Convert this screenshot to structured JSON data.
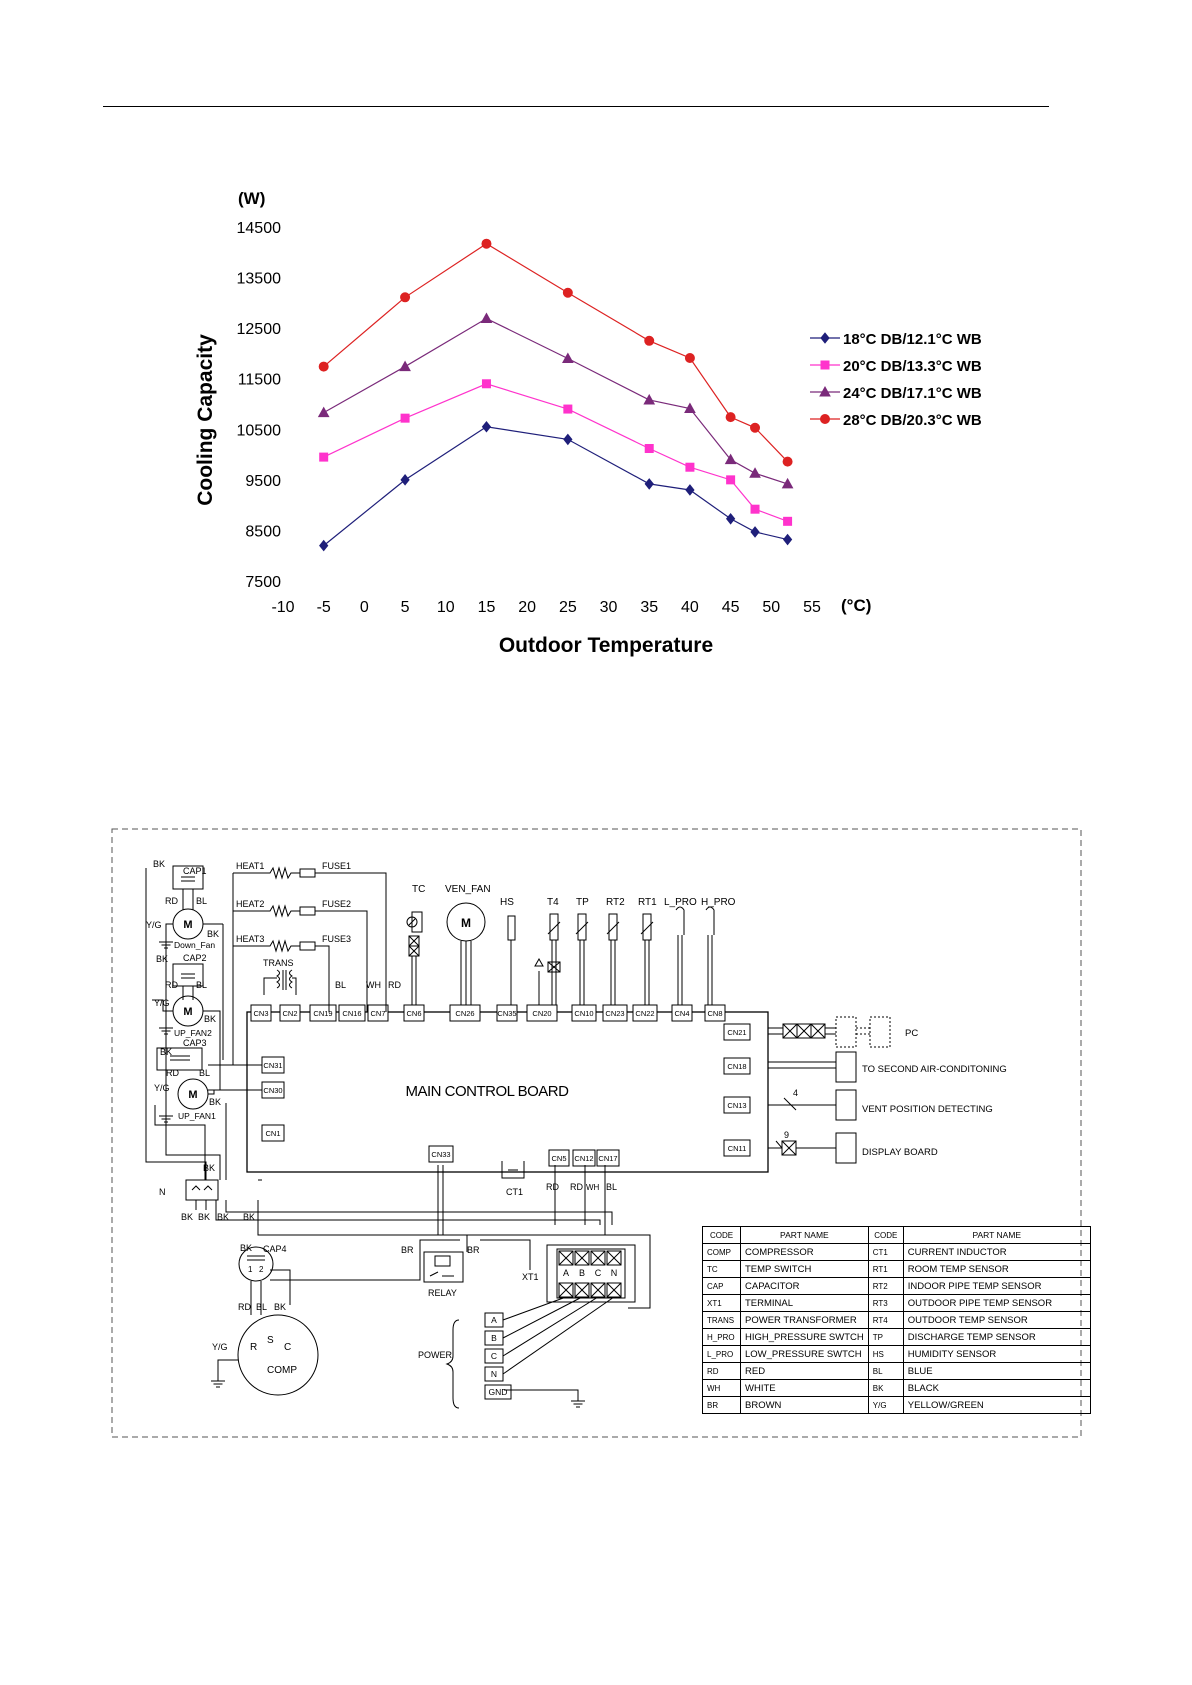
{
  "chart_data": {
    "type": "line",
    "y_unit": "(W)",
    "x_unit": "(°C)",
    "ylabel": "Cooling Capacity",
    "xlabel": "Outdoor Temperature",
    "xlim": [
      -10,
      55
    ],
    "ylim": [
      7500,
      14500
    ],
    "xticks": [
      -10,
      -5,
      0,
      5,
      10,
      15,
      20,
      25,
      30,
      35,
      40,
      45,
      50,
      55
    ],
    "yticks": [
      7500,
      8500,
      9500,
      10500,
      11500,
      12500,
      13500,
      14500
    ],
    "x": [
      -5,
      5,
      15,
      25,
      35,
      40,
      45,
      48,
      52
    ],
    "legend_position": "right",
    "series": [
      {
        "name": "18°C DB/12.1°C WB",
        "color": "#1f1f7a",
        "marker": "diamond",
        "values": [
          8200,
          9500,
          10550,
          10300,
          9420,
          9300,
          8730,
          8470,
          8320
        ]
      },
      {
        "name": "20°C DB/13.3°C WB",
        "color": "#ff33cc",
        "marker": "square",
        "values": [
          9950,
          10720,
          11400,
          10900,
          10120,
          9750,
          9500,
          8920,
          8680
        ]
      },
      {
        "name": "24°C DB/17.1°C WB",
        "color": "#7a2a7a",
        "marker": "triangle",
        "values": [
          10830,
          11740,
          12690,
          11900,
          11080,
          10910,
          9900,
          9630,
          9420
        ]
      },
      {
        "name": "28°C DB/20.3°C WB",
        "color": "#dd2222",
        "marker": "circle",
        "values": [
          11740,
          13110,
          14170,
          13200,
          12250,
          11910,
          10740,
          10530,
          9860
        ]
      }
    ]
  },
  "diagram": {
    "board": "MAIN CONTROL BOARD",
    "heaters": [
      "HEAT1",
      "HEAT2",
      "HEAT3"
    ],
    "fuses": [
      "FUSE1",
      "FUSE2",
      "FUSE3"
    ],
    "trans": "TRANS",
    "top_components": [
      "TC",
      "VEN_FAN",
      "HS",
      "T4",
      "TP",
      "RT2",
      "RT1",
      "L_PRO",
      "H_PRO"
    ],
    "top_connectors": [
      "CN3",
      "CN2",
      "CN19",
      "CN16",
      "CN7",
      "CN6",
      "CN26",
      "CN35",
      "CN20",
      "CN10",
      "CN23",
      "CN22",
      "CN4",
      "CN8"
    ],
    "left_connectors": [
      "CN31",
      "CN30",
      "CN1"
    ],
    "bottom_connectors": [
      "CN33",
      "CN5",
      "CN12",
      "CN17"
    ],
    "right_connectors": [
      "CN21",
      "CN18",
      "CN13",
      "CN11"
    ],
    "right_labels": [
      "PC",
      "TO SECOND AIR-CONDITONING",
      "VENT POSITION DETECTING",
      "DISPLAY BOARD"
    ],
    "fans": [
      "Down_Fan",
      "UP_FAN2",
      "UP_FAN1"
    ],
    "caps": [
      "CAP1",
      "CAP2",
      "CAP3",
      "CAP4"
    ],
    "motor_letter": "M",
    "colors": {
      "bk": "BK",
      "rd": "RD",
      "bl": "BL",
      "yg": "Y/G",
      "wh": "WH",
      "br": "BR"
    },
    "n_label": "N",
    "ct1": "CT1",
    "relay": "RELAY",
    "xt1": "XT1",
    "xt1_terms": [
      "A",
      "B",
      "C",
      "N"
    ],
    "power": "POWER",
    "power_terms": [
      "A",
      "B",
      "C",
      "N",
      "GND"
    ],
    "comp": "COMP",
    "comp_terms": [
      "R",
      "S",
      "C"
    ],
    "cap4_terms": [
      "1",
      "2"
    ],
    "wire_count_4": "4",
    "wire_count_9": "9"
  },
  "parts_table": {
    "headers": [
      "CODE",
      "PART NAME",
      "CODE",
      "PART NAME"
    ],
    "rows": [
      [
        "COMP",
        "COMPRESSOR",
        "CT1",
        "CURRENT INDUCTOR"
      ],
      [
        "TC",
        "TEMP SWITCH",
        "RT1",
        "ROOM TEMP SENSOR"
      ],
      [
        "CAP",
        "CAPACITOR",
        "RT2",
        "INDOOR PIPE TEMP SENSOR"
      ],
      [
        "XT1",
        "TERMINAL",
        "RT3",
        "OUTDOOR PIPE TEMP SENSOR"
      ],
      [
        "TRANS",
        "POWER TRANSFORMER",
        "RT4",
        "OUTDOOR TEMP SENSOR"
      ],
      [
        "H_PRO",
        "HIGH_PRESSURE SWTCH",
        "TP",
        "DISCHARGE TEMP SENSOR"
      ],
      [
        "L_PRO",
        "LOW_PRESSURE SWTCH",
        "HS",
        "HUMIDITY SENSOR"
      ],
      [
        "RD",
        "RED",
        "BL",
        "BLUE"
      ],
      [
        "WH",
        "WHITE",
        "BK",
        "BLACK"
      ],
      [
        "BR",
        "BROWN",
        "Y/G",
        "YELLOW/GREEN"
      ]
    ]
  }
}
